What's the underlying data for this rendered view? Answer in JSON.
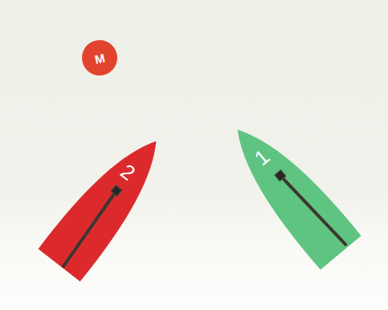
{
  "diagram": {
    "nodes": [
      {
        "text": [
          "M"
        ]
      },
      {
        "text": [
          "2"
        ]
      },
      {
        "text": [
          "1"
        ]
      }
    ]
  }
}
